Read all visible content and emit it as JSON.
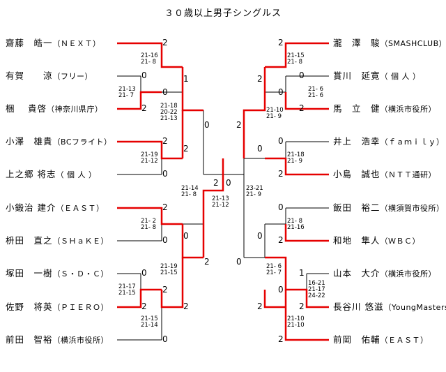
{
  "title": "３０歳以上男子シングルス",
  "left_players": [
    {
      "name": "齋藤　皓一",
      "aff": "（ＮＥＸＴ）"
    },
    {
      "name": "有賀　　涼",
      "aff": "（フリー）"
    },
    {
      "name": "梱　 貴啓",
      "aff": "（神奈川県庁）"
    },
    {
      "name": "小澤　雄貴",
      "aff": "（BCフライト）"
    },
    {
      "name": "上之郷 将志",
      "aff": "（ 個 人 ）"
    },
    {
      "name": "小鍛治 建介",
      "aff": "（ＥＡＳＴ）"
    },
    {
      "name": "枡田　直之",
      "aff": "（ＳＨａＫＥ）"
    },
    {
      "name": "塚田　一樹",
      "aff": "（Ｓ・Ｄ・Ｃ）"
    },
    {
      "name": "佐野　将英",
      "aff": "（ＰＩＥＲＯ）"
    },
    {
      "name": "前田　智裕",
      "aff": "（横浜市役所）"
    }
  ],
  "right_players": [
    {
      "name": "瀧　澤　駿",
      "aff": "（SMASHCLUB）"
    },
    {
      "name": "賞川　延寛",
      "aff": "（ 個 人 ）"
    },
    {
      "name": "馬　立　健",
      "aff": "（横浜市役所）"
    },
    {
      "name": "井上　浩幸",
      "aff": "（ｆａｍｉｌｙ）"
    },
    {
      "name": "小島　誠也",
      "aff": "（ＮＴＴ通研）"
    },
    {
      "name": "飯田　裕二",
      "aff": "（横須賀市役所）"
    },
    {
      "name": "和地　隼人",
      "aff": "（ＷＢＣ）"
    },
    {
      "name": "山本　大介",
      "aff": "（横浜市役所）"
    },
    {
      "name": "長谷川 悠滋",
      "aff": "（YoungMasters）"
    },
    {
      "name": "前岡　佑輔",
      "aff": "（ＥＡＳＴ）"
    }
  ],
  "games_won": {
    "l1": "2",
    "l4": "2",
    "l5": "0",
    "l6": "2",
    "l7": "0",
    "l10": "0",
    "l2": "0",
    "l3a": "0",
    "l3b": "2",
    "l8": "0",
    "l9a": "2",
    "l9b": "2",
    "sf_left_top": "1",
    "sf_left_mid": "2",
    "sf_left_bot_a": "0",
    "sf_left_bot_b": "2",
    "lq_top": "0",
    "lq_bot": "2",
    "final_left": "2",
    "final_right": "0",
    "r1": "2",
    "r4": "0",
    "r5": "2",
    "r6": "0",
    "r7": "2",
    "r10": "2",
    "r2": "0",
    "r3a": "0",
    "r3b": "2",
    "r8": "1",
    "r9a": "0",
    "r9b": "2",
    "rq_top": "2",
    "rq_bot": "0",
    "sf_right_top": "2",
    "sf_right_mid": "0",
    "sf_right_bot_a": "0",
    "sf_right_bot_b": "2",
    "rsf_top": "2",
    "rsf_bot": "0"
  },
  "scores": {
    "l_m1": [
      "21-16",
      "21- 8"
    ],
    "l_m23": [
      "21-13",
      "21- 7"
    ],
    "l_m13": [
      "21-18",
      "20-22",
      "21-13"
    ],
    "l_m45": [
      "21-19",
      "21-12"
    ],
    "l_q": [
      "21-14",
      "21- 8"
    ],
    "l_m67": [
      "21- 2",
      "21- 8"
    ],
    "l_m910": [
      "21-17",
      "21-15"
    ],
    "l_m710": [
      "21-19",
      "21-15"
    ],
    "l_m9b": [
      "21-15",
      "21-14"
    ],
    "final": [
      "21-13",
      "21-12"
    ],
    "final_right": [
      "23-21",
      "21- 9"
    ],
    "r_m1": [
      "21-15",
      "21- 8"
    ],
    "r_m23": [
      "21- 6",
      "21- 6"
    ],
    "r_m13": [
      "21-10",
      "21- 9"
    ],
    "r_m45": [
      "21-18",
      "21- 9"
    ],
    "r_m67": [
      "21- 8",
      "21-16"
    ],
    "r_m610": [
      "21- 6",
      "21- 7"
    ],
    "r_m89": [
      "16-21",
      "21-17",
      "24-22"
    ],
    "r_m910": [
      "21-10",
      "21-10"
    ]
  }
}
